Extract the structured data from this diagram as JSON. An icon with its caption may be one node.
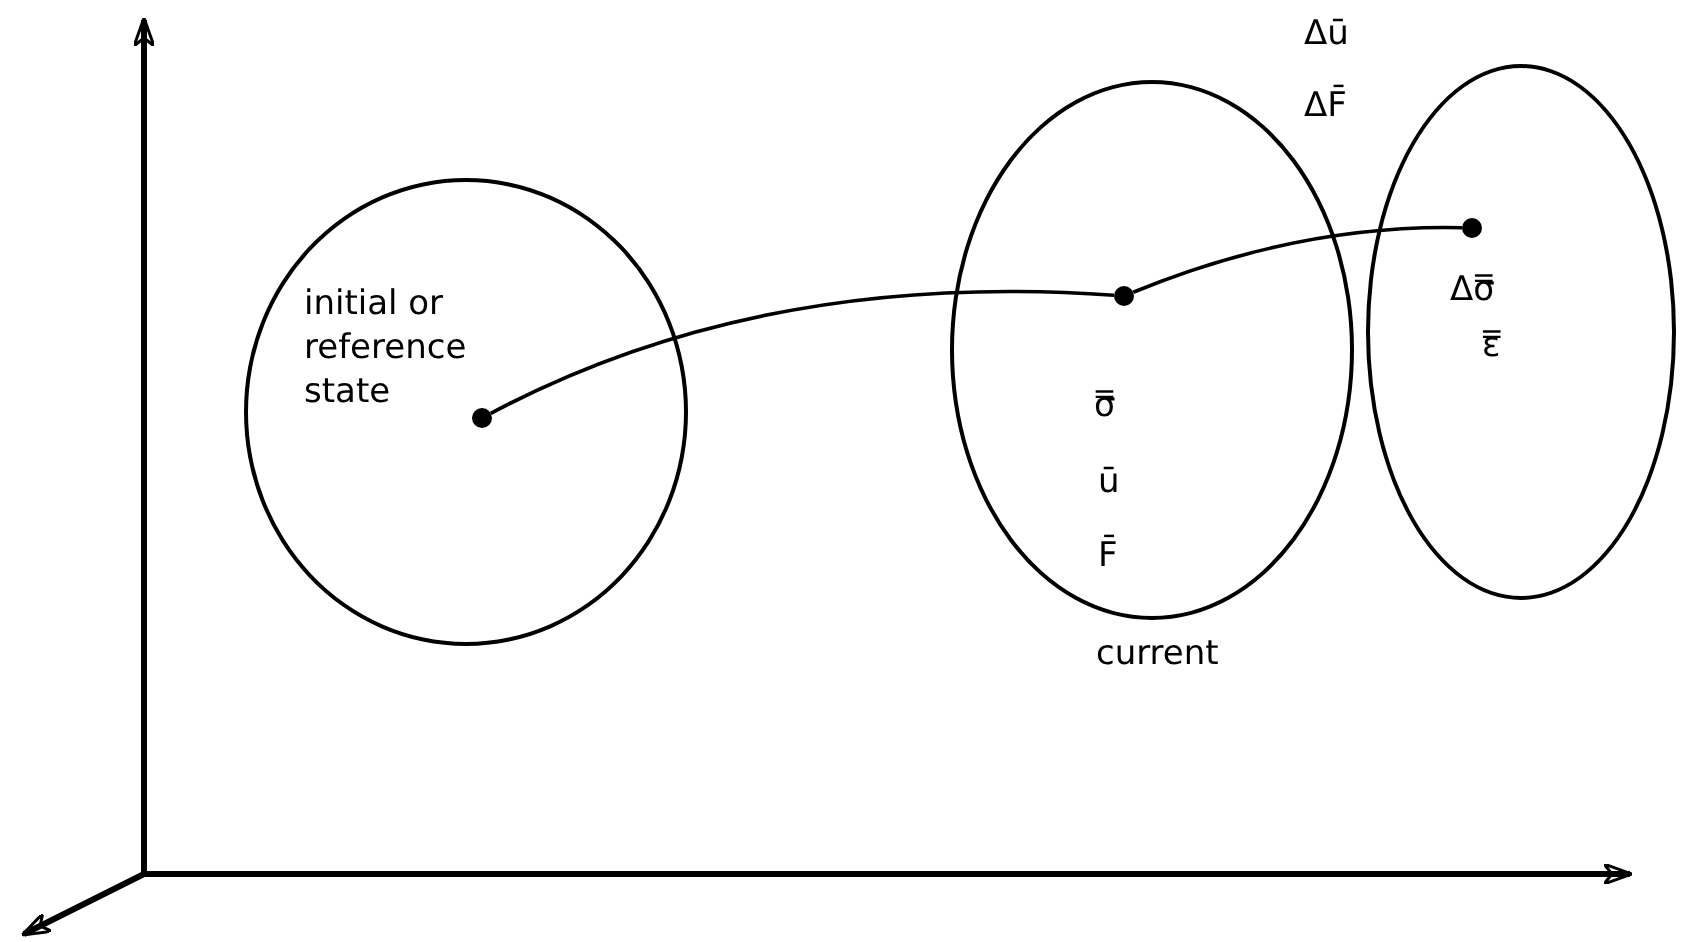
{
  "diagram": {
    "nodes": [
      {
        "text": [
          "initial or reference state"
        ]
      },
      {
        "text": [],
        "shape": "circle",
        "in": 0
      },
      {
        "text": [
          "σ̿",
          "ū",
          "F̄"
        ],
        "beside": [
          "current"
        ]
      },
      {
        "text": [],
        "shape": "circle",
        "in": 2
      },
      {
        "text": [
          "Δσ̿",
          "ε̿"
        ]
      },
      {
        "text": [],
        "shape": "circle",
        "in": 4
      }
    ],
    "edges": [
      {
        "from": 1,
        "to": 3,
        "arrow": "none"
      },
      {
        "from": 3,
        "to": 5,
        "arrow": "none"
      }
    ],
    "labels": [
      "Δū",
      "ΔF̄"
    ]
  }
}
